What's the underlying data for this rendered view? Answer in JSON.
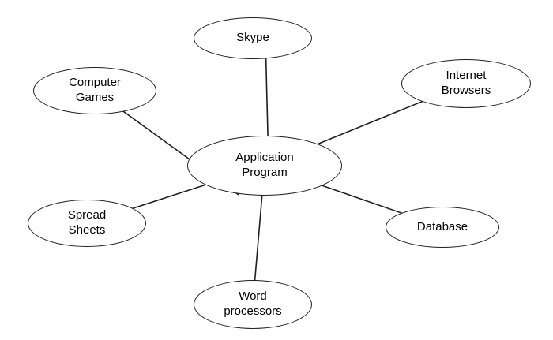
{
  "diagram": {
    "type": "spider-diagram",
    "colors": {
      "background": "#ffffff",
      "stroke": "#1f1f1f",
      "text": "#000000"
    },
    "center_node": {
      "id": "application-program",
      "label": "Application\nProgram"
    },
    "nodes": [
      {
        "id": "skype",
        "label": "Skype"
      },
      {
        "id": "internet-browsers",
        "label": "Internet\nBrowsers"
      },
      {
        "id": "computer-games",
        "label": "Computer\nGames"
      },
      {
        "id": "database",
        "label": "Database"
      },
      {
        "id": "spread-sheets",
        "label": "Spread\nSheets"
      },
      {
        "id": "word-processors",
        "label": "Word\nprocessors"
      }
    ],
    "edges": [
      {
        "from": "application-program",
        "to": "skype"
      },
      {
        "from": "application-program",
        "to": "internet-browsers"
      },
      {
        "from": "application-program",
        "to": "computer-games"
      },
      {
        "from": "application-program",
        "to": "database"
      },
      {
        "from": "application-program",
        "to": "spread-sheets"
      },
      {
        "from": "application-program",
        "to": "word-processors"
      }
    ]
  }
}
